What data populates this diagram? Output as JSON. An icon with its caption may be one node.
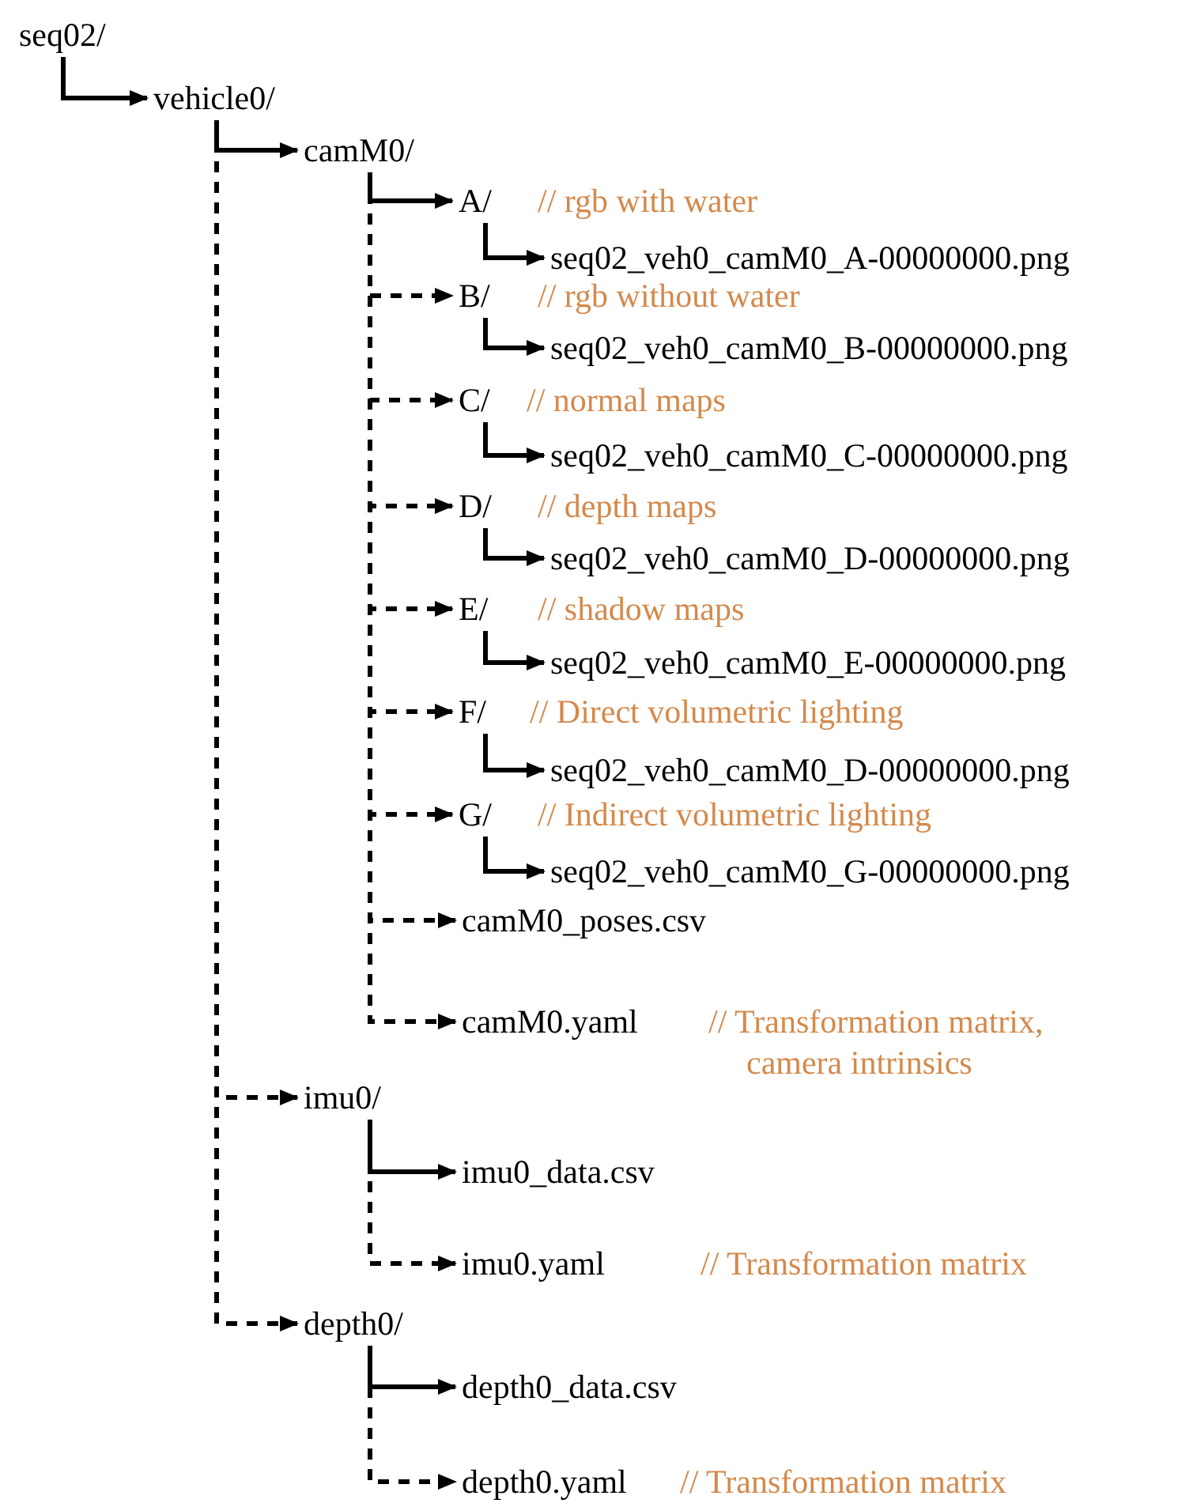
{
  "diagram": {
    "nodes": [
      {
        "text": [
          "seq02/"
        ]
      },
      {
        "text": [
          "vehicle0/"
        ]
      },
      {
        "text": [
          "camM0/"
        ]
      },
      {
        "text": [
          "A/"
        ]
      },
      {
        "text": [
          "seq02_veh0_camM0_A-00000000.png"
        ]
      },
      {
        "text": [
          "B/"
        ]
      },
      {
        "text": [
          "seq02_veh0_camM0_B-00000000.png"
        ]
      },
      {
        "text": [
          "C/"
        ]
      },
      {
        "text": [
          "seq02_veh0_camM0_C-00000000.png"
        ]
      },
      {
        "text": [
          "D/"
        ]
      },
      {
        "text": [
          "seq02_veh0_camM0_D-00000000.png"
        ]
      },
      {
        "text": [
          "E/"
        ]
      },
      {
        "text": [
          "seq02_veh0_camM0_E-00000000.png"
        ]
      },
      {
        "text": [
          "F/"
        ]
      },
      {
        "text": [
          "seq02_veh0_camM0_D-00000000.png"
        ]
      },
      {
        "text": [
          "G/"
        ]
      },
      {
        "text": [
          "seq02_veh0_camM0_G-00000000.png"
        ]
      },
      {
        "text": [
          "camM0_poses.csv"
        ]
      },
      {
        "text": [
          "camM0.yaml"
        ]
      },
      {
        "text": [
          "imu0/"
        ]
      },
      {
        "text": [
          "imu0_data.csv"
        ]
      },
      {
        "text": [
          "imu0.yaml"
        ]
      },
      {
        "text": [
          "depth0/"
        ]
      },
      {
        "text": [
          "depth0_data.csv"
        ]
      },
      {
        "text": [
          "depth0.yaml"
        ]
      }
    ],
    "edges": [
      {
        "from": 0,
        "to": 1,
        "arrow": "to"
      },
      {
        "from": 1,
        "to": 2,
        "arrow": "to"
      },
      {
        "from": 2,
        "to": 3,
        "arrow": "to"
      },
      {
        "from": 3,
        "to": 4,
        "arrow": "to"
      },
      {
        "from": 2,
        "to": 5,
        "arrow": "to",
        "style": "dashed"
      },
      {
        "from": 5,
        "to": 6,
        "arrow": "to"
      },
      {
        "from": 2,
        "to": 7,
        "arrow": "to",
        "style": "dashed"
      },
      {
        "from": 7,
        "to": 8,
        "arrow": "to"
      },
      {
        "from": 2,
        "to": 9,
        "arrow": "to",
        "style": "dashed"
      },
      {
        "from": 9,
        "to": 10,
        "arrow": "to"
      },
      {
        "from": 2,
        "to": 11,
        "arrow": "to",
        "style": "dashed"
      },
      {
        "from": 11,
        "to": 12,
        "arrow": "to"
      },
      {
        "from": 2,
        "to": 13,
        "arrow": "to",
        "style": "dashed"
      },
      {
        "from": 13,
        "to": 14,
        "arrow": "to"
      },
      {
        "from": 2,
        "to": 15,
        "arrow": "to",
        "style": "dashed"
      },
      {
        "from": 15,
        "to": 16,
        "arrow": "to"
      },
      {
        "from": 2,
        "to": 17,
        "arrow": "to",
        "style": "dashed"
      },
      {
        "from": 2,
        "to": 18,
        "arrow": "to",
        "style": "dashed"
      },
      {
        "from": 1,
        "to": 19,
        "arrow": "to",
        "style": "dashed"
      },
      {
        "from": 19,
        "to": 20,
        "arrow": "to"
      },
      {
        "from": 19,
        "to": 21,
        "arrow": "to",
        "style": "dashed"
      },
      {
        "from": 1,
        "to": 22,
        "arrow": "to",
        "style": "dashed"
      },
      {
        "from": 22,
        "to": 23,
        "arrow": "to"
      },
      {
        "from": 22,
        "to": 24,
        "arrow": "to",
        "style": "dashed"
      }
    ],
    "labels": [
      "// rgb with water",
      "// rgb without water",
      "// normal maps",
      "// depth maps",
      "// shadow maps",
      "// Direct volumetric lighting",
      "// Indirect volumetric lighting",
      "// Transformation matrix, camera intrinsics",
      "// Transformation matrix",
      "// Transformation matrix"
    ]
  }
}
